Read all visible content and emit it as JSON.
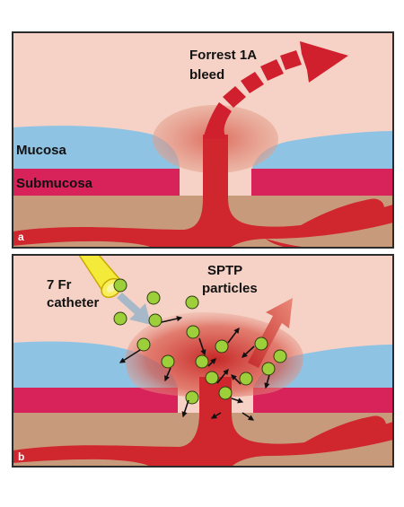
{
  "panel_a": {
    "letter": "a",
    "bleed_label_line1": "Forrest 1A",
    "bleed_label_line2": "bleed",
    "mucosa_label": "Mucosa",
    "submucosa_label": "Submucosa"
  },
  "panel_b": {
    "letter": "b",
    "catheter_label_line1": "7 Fr",
    "catheter_label_line2": "catheter",
    "particles_label_line1": "SPTP",
    "particles_label_line2": "particles"
  },
  "colors": {
    "background_tissue": "#f6d2c6",
    "mucosa": "#8fc3e3",
    "submucosa": "#d8235a",
    "deep_tissue": "#c89a7c",
    "vessel": "#d0262d",
    "particle": "#9ccf3a",
    "catheter": "#f3ea3a",
    "border": "#2b2b2b"
  }
}
